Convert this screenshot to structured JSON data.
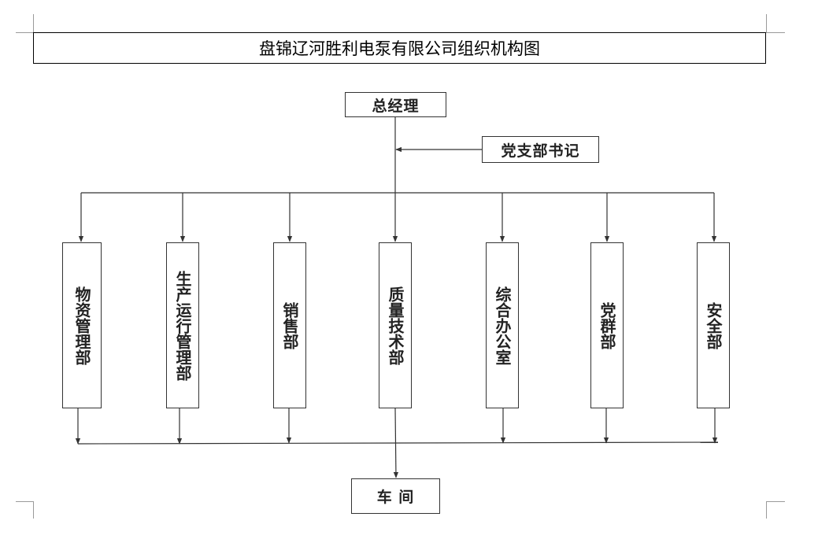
{
  "title": "盘锦辽河胜利电泵有限公司组织机构图",
  "top": {
    "label": "总经理"
  },
  "side": {
    "label": "党支部书记"
  },
  "departments": [
    {
      "label": "物资管理部"
    },
    {
      "label": "生产运行管理部"
    },
    {
      "label": "销售部"
    },
    {
      "label": "质量技术部"
    },
    {
      "label": "综合办公室"
    },
    {
      "label": "党群部"
    },
    {
      "label": "安全部"
    }
  ],
  "bottom": {
    "label": "车 间"
  }
}
